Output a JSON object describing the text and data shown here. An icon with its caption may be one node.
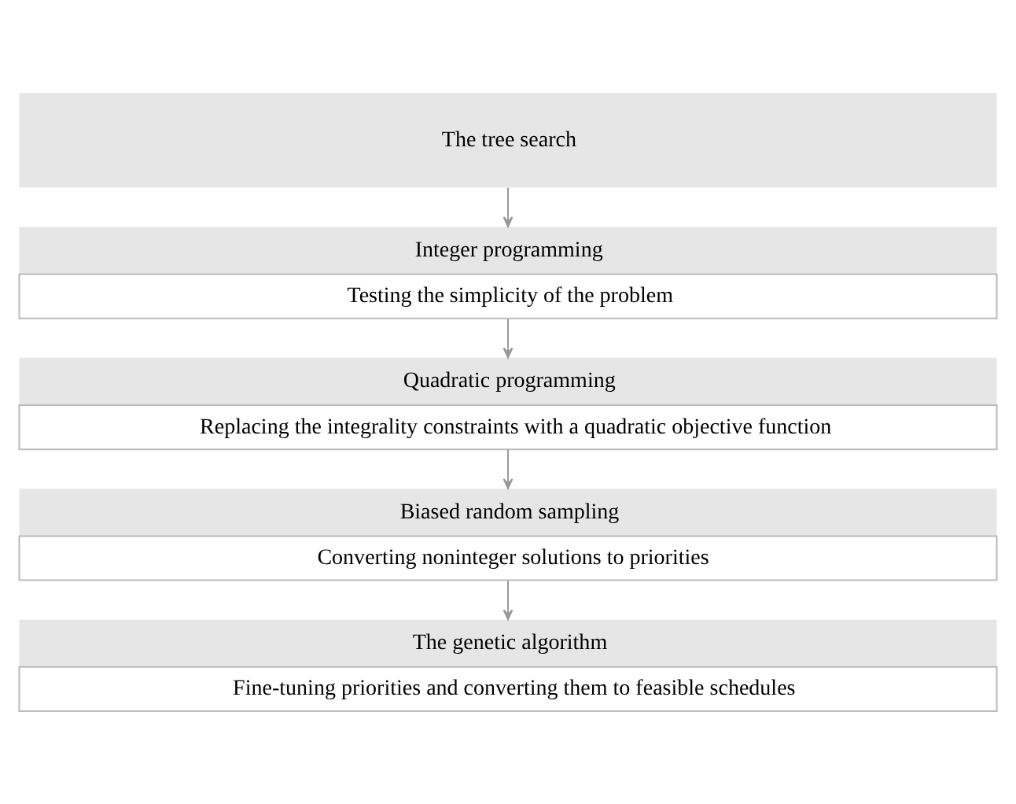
{
  "diagram": {
    "nodes": [
      {
        "text": [
          "The tree search"
        ]
      },
      {
        "text": [
          "Integer programming",
          "Testing the simplicity of the problem"
        ]
      },
      {
        "text": [
          "Quadratic programming",
          "Replacing the integrality constraints with a quadratic objective function"
        ]
      },
      {
        "text": [
          "Biased random sampling",
          "Converting noninteger solutions to priorities"
        ]
      },
      {
        "text": [
          "The genetic algorithm",
          "Fine-tuning priorities and converting them to feasible schedules"
        ]
      }
    ],
    "edges": [
      {
        "from": 0,
        "to": 1,
        "arrow": "to"
      },
      {
        "from": 1,
        "to": 2,
        "arrow": "to"
      },
      {
        "from": 2,
        "to": 3,
        "arrow": "to"
      },
      {
        "from": 3,
        "to": 4,
        "arrow": "to"
      }
    ]
  }
}
